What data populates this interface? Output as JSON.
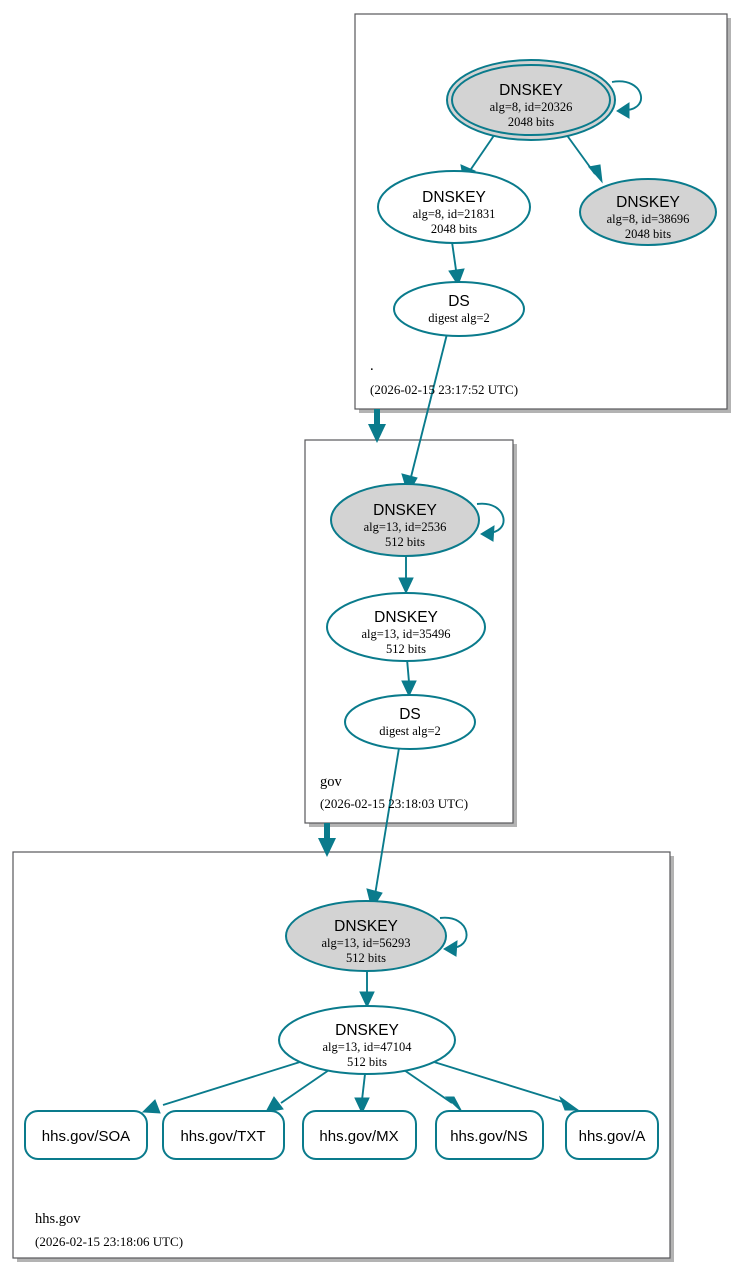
{
  "diagram": {
    "kind": "dnssec-authentication-chain",
    "colors": {
      "accent": "#0a7b8c",
      "sep_key_fill": "#d3d3d3",
      "zsk_fill": "#ffffff",
      "zone_border": "#58585a",
      "shadow": "#b3b3b3",
      "text": "#000000"
    }
  },
  "zones": [
    {
      "id": "root",
      "name": ".",
      "timestamp": "(2026-02-15 23:17:52 UTC)",
      "nodes": [
        {
          "id": "root-ksk-20326",
          "type": "DNSKEY",
          "title": "DNSKEY",
          "line2": "alg=8, id=20326",
          "line3": "2048 bits",
          "fill": "gray",
          "trust_anchor": true,
          "self_signed": true
        },
        {
          "id": "root-zsk-21831",
          "type": "DNSKEY",
          "title": "DNSKEY",
          "line2": "alg=8, id=21831",
          "line3": "2048 bits",
          "fill": "white",
          "trust_anchor": false,
          "self_signed": false
        },
        {
          "id": "root-key-38696",
          "type": "DNSKEY",
          "title": "DNSKEY",
          "line2": "alg=8, id=38696",
          "line3": "2048 bits",
          "fill": "gray",
          "trust_anchor": false,
          "self_signed": false
        },
        {
          "id": "root-ds-gov",
          "type": "DS",
          "title": "DS",
          "line2": "digest alg=2",
          "line3": "",
          "fill": "white",
          "trust_anchor": false,
          "self_signed": false
        }
      ]
    },
    {
      "id": "gov",
      "name": "gov",
      "timestamp": "(2026-02-15 23:18:03 UTC)",
      "nodes": [
        {
          "id": "gov-ksk-2536",
          "type": "DNSKEY",
          "title": "DNSKEY",
          "line2": "alg=13, id=2536",
          "line3": "512 bits",
          "fill": "gray",
          "trust_anchor": false,
          "self_signed": true
        },
        {
          "id": "gov-zsk-35496",
          "type": "DNSKEY",
          "title": "DNSKEY",
          "line2": "alg=13, id=35496",
          "line3": "512 bits",
          "fill": "white",
          "trust_anchor": false,
          "self_signed": false
        },
        {
          "id": "gov-ds-hhs",
          "type": "DS",
          "title": "DS",
          "line2": "digest alg=2",
          "line3": "",
          "fill": "white",
          "trust_anchor": false,
          "self_signed": false
        }
      ]
    },
    {
      "id": "hhsgov",
      "name": "hhs.gov",
      "timestamp": "(2026-02-15 23:18:06 UTC)",
      "nodes": [
        {
          "id": "hhs-ksk-56293",
          "type": "DNSKEY",
          "title": "DNSKEY",
          "line2": "alg=13, id=56293",
          "line3": "512 bits",
          "fill": "gray",
          "trust_anchor": false,
          "self_signed": true
        },
        {
          "id": "hhs-zsk-47104",
          "type": "DNSKEY",
          "title": "DNSKEY",
          "line2": "alg=13, id=47104",
          "line3": "512 bits",
          "fill": "white",
          "trust_anchor": false,
          "self_signed": false
        }
      ],
      "rrsets": [
        {
          "id": "rr-soa",
          "label": "hhs.gov/SOA"
        },
        {
          "id": "rr-txt",
          "label": "hhs.gov/TXT"
        },
        {
          "id": "rr-mx",
          "label": "hhs.gov/MX"
        },
        {
          "id": "rr-ns",
          "label": "hhs.gov/NS"
        },
        {
          "id": "rr-a",
          "label": "hhs.gov/A"
        }
      ]
    }
  ],
  "edges": [
    {
      "from": "root-ksk-20326",
      "to": "root-ksk-20326",
      "kind": "self-sign"
    },
    {
      "from": "root-ksk-20326",
      "to": "root-zsk-21831",
      "kind": "rrsig"
    },
    {
      "from": "root-ksk-20326",
      "to": "root-key-38696",
      "kind": "rrsig"
    },
    {
      "from": "root-zsk-21831",
      "to": "root-ds-gov",
      "kind": "rrsig"
    },
    {
      "from": "root-ds-gov",
      "to": "gov-ksk-2536",
      "kind": "ds-to-dnskey"
    },
    {
      "from": "root",
      "to": "gov",
      "kind": "delegation"
    },
    {
      "from": "gov-ksk-2536",
      "to": "gov-ksk-2536",
      "kind": "self-sign"
    },
    {
      "from": "gov-ksk-2536",
      "to": "gov-zsk-35496",
      "kind": "rrsig"
    },
    {
      "from": "gov-zsk-35496",
      "to": "gov-ds-hhs",
      "kind": "rrsig"
    },
    {
      "from": "gov-ds-hhs",
      "to": "hhs-ksk-56293",
      "kind": "ds-to-dnskey"
    },
    {
      "from": "gov",
      "to": "hhsgov",
      "kind": "delegation"
    },
    {
      "from": "hhs-ksk-56293",
      "to": "hhs-ksk-56293",
      "kind": "self-sign"
    },
    {
      "from": "hhs-ksk-56293",
      "to": "hhs-zsk-47104",
      "kind": "rrsig"
    },
    {
      "from": "hhs-zsk-47104",
      "to": "rr-soa",
      "kind": "rrsig"
    },
    {
      "from": "hhs-zsk-47104",
      "to": "rr-txt",
      "kind": "rrsig"
    },
    {
      "from": "hhs-zsk-47104",
      "to": "rr-mx",
      "kind": "rrsig"
    },
    {
      "from": "hhs-zsk-47104",
      "to": "rr-ns",
      "kind": "rrsig"
    },
    {
      "from": "hhs-zsk-47104",
      "to": "rr-a",
      "kind": "rrsig"
    }
  ]
}
